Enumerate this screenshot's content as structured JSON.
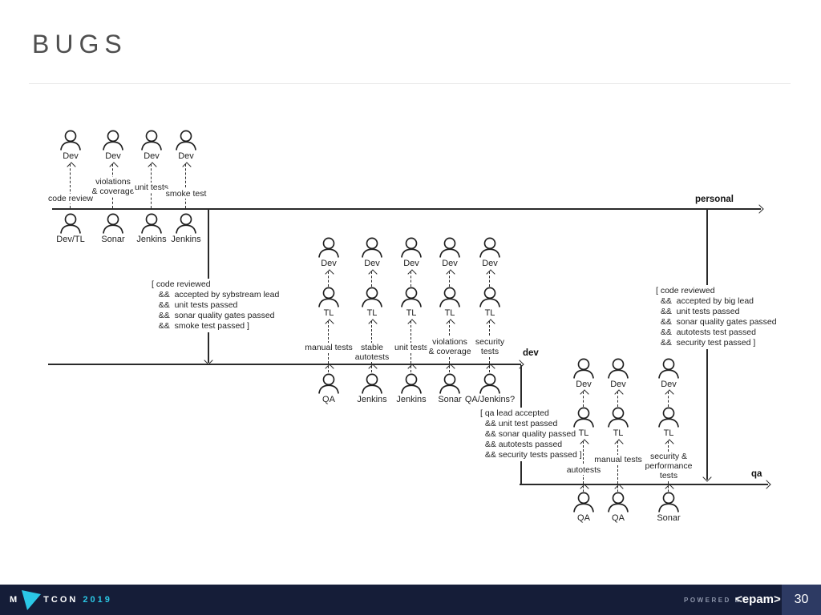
{
  "slide": {
    "title": "BUGS"
  },
  "branches": {
    "personal": "personal",
    "dev": "dev",
    "qa": "qa"
  },
  "personal": {
    "above": [
      {
        "actor": "Dev",
        "test": "code review"
      },
      {
        "actor": "Dev",
        "test": "violations\n& coverage"
      },
      {
        "actor": "Dev",
        "test": "unit tests"
      },
      {
        "actor": "Dev",
        "test": "smoke test"
      }
    ],
    "below": [
      {
        "actor": "Dev/TL"
      },
      {
        "actor": "Sonar"
      },
      {
        "actor": "Jenkins"
      },
      {
        "actor": "Jenkins"
      }
    ]
  },
  "dev": {
    "above": [
      {
        "top": "Dev",
        "mid": "TL",
        "test": "manual tests"
      },
      {
        "top": "Dev",
        "mid": "TL",
        "test": "stable\nautotests"
      },
      {
        "top": "Dev",
        "mid": "TL",
        "test": "unit tests"
      },
      {
        "top": "Dev",
        "mid": "TL",
        "test": "violations\n& coverage"
      },
      {
        "top": "Dev",
        "mid": "TL",
        "test": "security\ntests"
      }
    ],
    "below": [
      {
        "actor": "QA"
      },
      {
        "actor": "Jenkins"
      },
      {
        "actor": "Jenkins"
      },
      {
        "actor": "Sonar"
      },
      {
        "actor": "QA/Jenkins?"
      }
    ]
  },
  "qa": {
    "above": [
      {
        "top": "Dev",
        "mid": "TL",
        "test": "autotests"
      },
      {
        "top": "Dev",
        "mid": "TL",
        "test": "manual tests"
      },
      {
        "top": "Dev",
        "mid": "TL",
        "test": "security &\nperformance\ntests"
      }
    ],
    "below": [
      {
        "actor": "QA"
      },
      {
        "actor": "QA"
      },
      {
        "actor": "Sonar"
      }
    ]
  },
  "conditions": {
    "to_dev": "[ code reviewed\n   &&  accepted by sybstream lead\n   &&  unit tests passed\n   &&  sonar quality gates passed\n   &&  smoke test passed ]",
    "dev_to_qa": "[ qa lead accepted\n  && unit test passed\n  && sonar quality passed\n  && autotests passed\n  && security tests passed ]",
    "personal_to_qa": "[ code reviewed\n  &&  accepted by big lead\n  &&  unit tests passed\n  &&  sonar quality gates passed\n  &&  autotests test passed\n  &&  security test passed ]"
  },
  "footer": {
    "brand_prefix": "M",
    "brand_suffix": "TCON",
    "year": "2019",
    "powered_by": "POWERED BY",
    "logo_text": "<epam>",
    "page_number": "30"
  },
  "colors": {
    "accent_cyan": "#2bc8e6",
    "footer_bar": "#151d38",
    "page_box": "#2d3a63",
    "title_gray": "#4f4f4f",
    "ink": "#1f1f1f"
  }
}
